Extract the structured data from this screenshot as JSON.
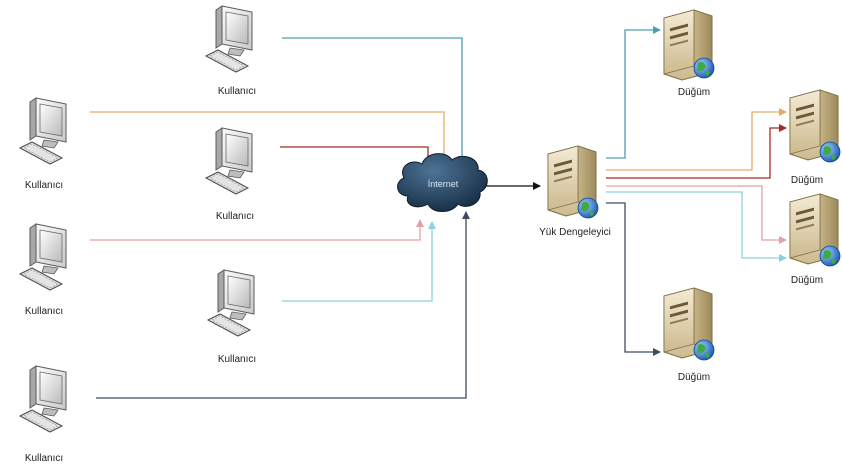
{
  "labels": {
    "user": "Kullanıcı",
    "internet": "İnternet",
    "load_balancer": "Yük Dengeleyici",
    "node": "Düğüm"
  },
  "colors": {
    "teal": "#4aa0ae",
    "orange": "#e3ad68",
    "dark_red": "#a62a24",
    "pink": "#e2a2a4",
    "light_cyan": "#8fd0de",
    "slate": "#3f4c60",
    "cloud": "#23405f"
  },
  "icons": {
    "user": "desktop-computer-icon",
    "internet": "cloud-icon",
    "server": "server-tower-icon",
    "globe": "globe-icon"
  }
}
